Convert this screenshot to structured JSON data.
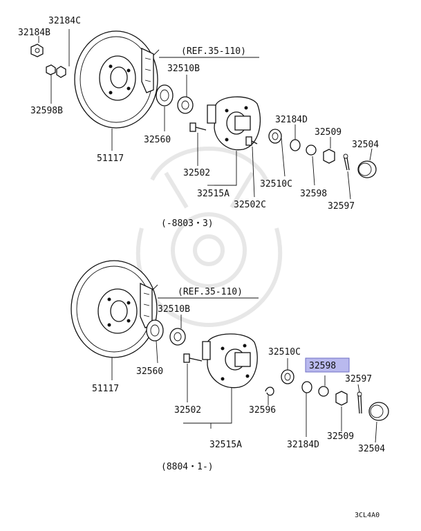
{
  "colors": {
    "highlight": "#b9b9ee",
    "line": "#111111"
  },
  "top": {
    "ref": "(REF.35-110)",
    "range": "(-8803・3)",
    "labels": {
      "p32184C": "32184C",
      "p32184B": "32184B",
      "p32598B": "32598B",
      "p32510B": "32510B",
      "p32560": "32560",
      "p51117": "51117",
      "p32502": "32502",
      "p32515A": "32515A",
      "p32502C": "32502C",
      "p32510C": "32510C",
      "p32184D": "32184D",
      "p32509": "32509",
      "p32504": "32504",
      "p32598": "32598",
      "p32597": "32597"
    }
  },
  "bottom": {
    "ref": "(REF.35-110)",
    "range": "(8804・1-)",
    "labels": {
      "p32510B": "32510B",
      "p32560": "32560",
      "p51117": "51117",
      "p32502": "32502",
      "p32515A": "32515A",
      "p32596": "32596",
      "p32510C": "32510C",
      "p32598": "32598",
      "p32597": "32597",
      "p32509": "32509",
      "p32504": "32504",
      "p32184D": "32184D"
    }
  },
  "code": "3CL4A0"
}
